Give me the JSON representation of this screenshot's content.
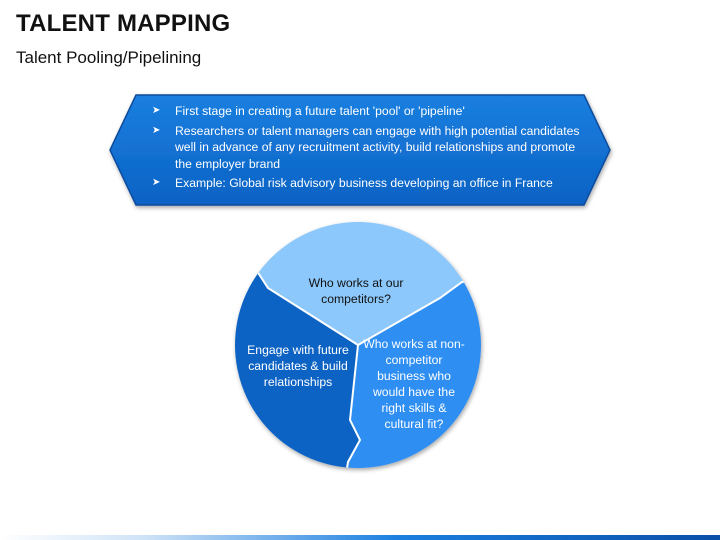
{
  "header": {
    "title": "TALENT MAPPING",
    "subtitle": "Talent Pooling/Pipelining"
  },
  "banner": {
    "bullet_icon": "arrow-bullet-icon",
    "bullets": [
      "First stage in creating a future talent 'pool' or 'pipeline'",
      "Researchers or talent managers can engage with high potential candidates well in advance of any recruitment activity, build relationships and promote the employer brand",
      "Example: Global risk advisory business developing an office in France"
    ]
  },
  "cycle": {
    "top": "Who works at our competitors?",
    "left": "Engage with future candidates & build relationships",
    "right": "Who works at non-competitor business who would have the right skills & cultural fit?"
  },
  "colors": {
    "banner_blue": "#0a6fd2",
    "segment_top": "#8cc8fb",
    "segment_left": "#0b63c4",
    "segment_right": "#2f8ef2"
  }
}
